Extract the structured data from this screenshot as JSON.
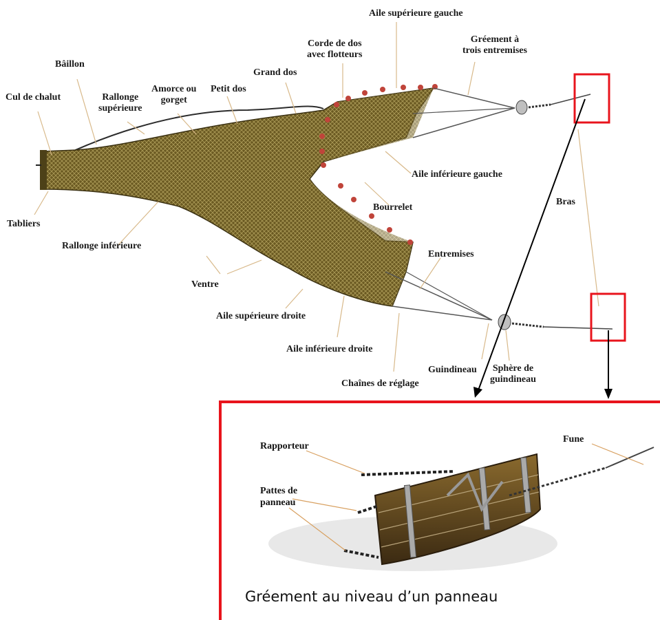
{
  "diagram": {
    "trawl_labels": {
      "cul_de_chalut": "Cul de chalut",
      "baillon": "Bâillon",
      "rallonge_superieure": "Rallonge\nsupérieure",
      "amorce_ou_gorget": "Amorce ou\ngorget",
      "petit_dos": "Petit dos",
      "grand_dos": "Grand dos",
      "corde_de_dos": "Corde de dos\navec flotteurs",
      "aile_superieure_gauche": "Aile supérieure gauche",
      "greement_trois_entremises": "Gréement à\ntrois entremises",
      "aile_inferieure_gauche": "Aile inférieure gauche",
      "bras": "Bras",
      "bourrelet": "Bourrelet",
      "tabliers": "Tabliers",
      "rallonge_inferieure": "Rallonge inférieure",
      "entremises": "Entremises",
      "ventre": "Ventre",
      "aile_superieure_droite": "Aile supérieure droite",
      "aile_inferieure_droite": "Aile inférieure droite",
      "guindineau": "Guindineau",
      "sphere_de_guindineau": "Sphère de\nguindineau",
      "chaines_de_reglage": "Chaînes de réglage"
    },
    "inset": {
      "rapporteur": "Rapporteur",
      "fune": "Fune",
      "pattes_de_panneau": "Pattes de\npanneau",
      "caption": "Gréement au niveau d’un panneau"
    },
    "colors": {
      "highlight": "#e8141c",
      "net": "#6b5a22",
      "net_mesh": "#c9b870",
      "float": "#c0443a",
      "board": "#5a3e1a",
      "leader": "#d8b98a"
    }
  }
}
